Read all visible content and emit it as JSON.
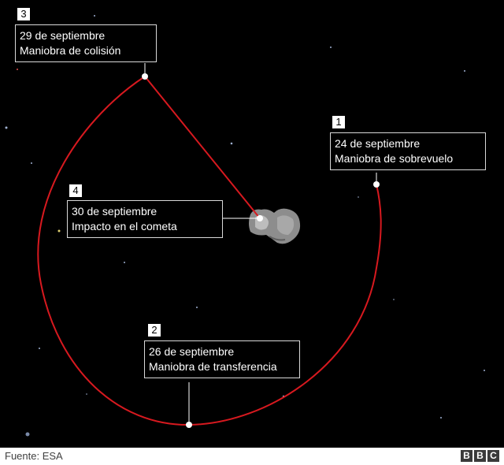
{
  "colors": {
    "trajectory": "#d7191f",
    "background": "#000000"
  },
  "steps": [
    {
      "number": "1",
      "date": "24 de septiembre",
      "maneuver": "Maniobra de sobrevuelo"
    },
    {
      "number": "2",
      "date": "26 de septiembre",
      "maneuver": "Maniobra de transferencia"
    },
    {
      "number": "3",
      "date": "29 de septiembre",
      "maneuver": "Maniobra de colisión"
    },
    {
      "number": "4",
      "date": "30 de septiembre",
      "maneuver": "Impacto en el cometa"
    }
  ],
  "comet": {
    "icon": "comet-icon"
  },
  "footer": {
    "source": "Fuente: ESA",
    "logo": [
      "B",
      "B",
      "C"
    ]
  }
}
